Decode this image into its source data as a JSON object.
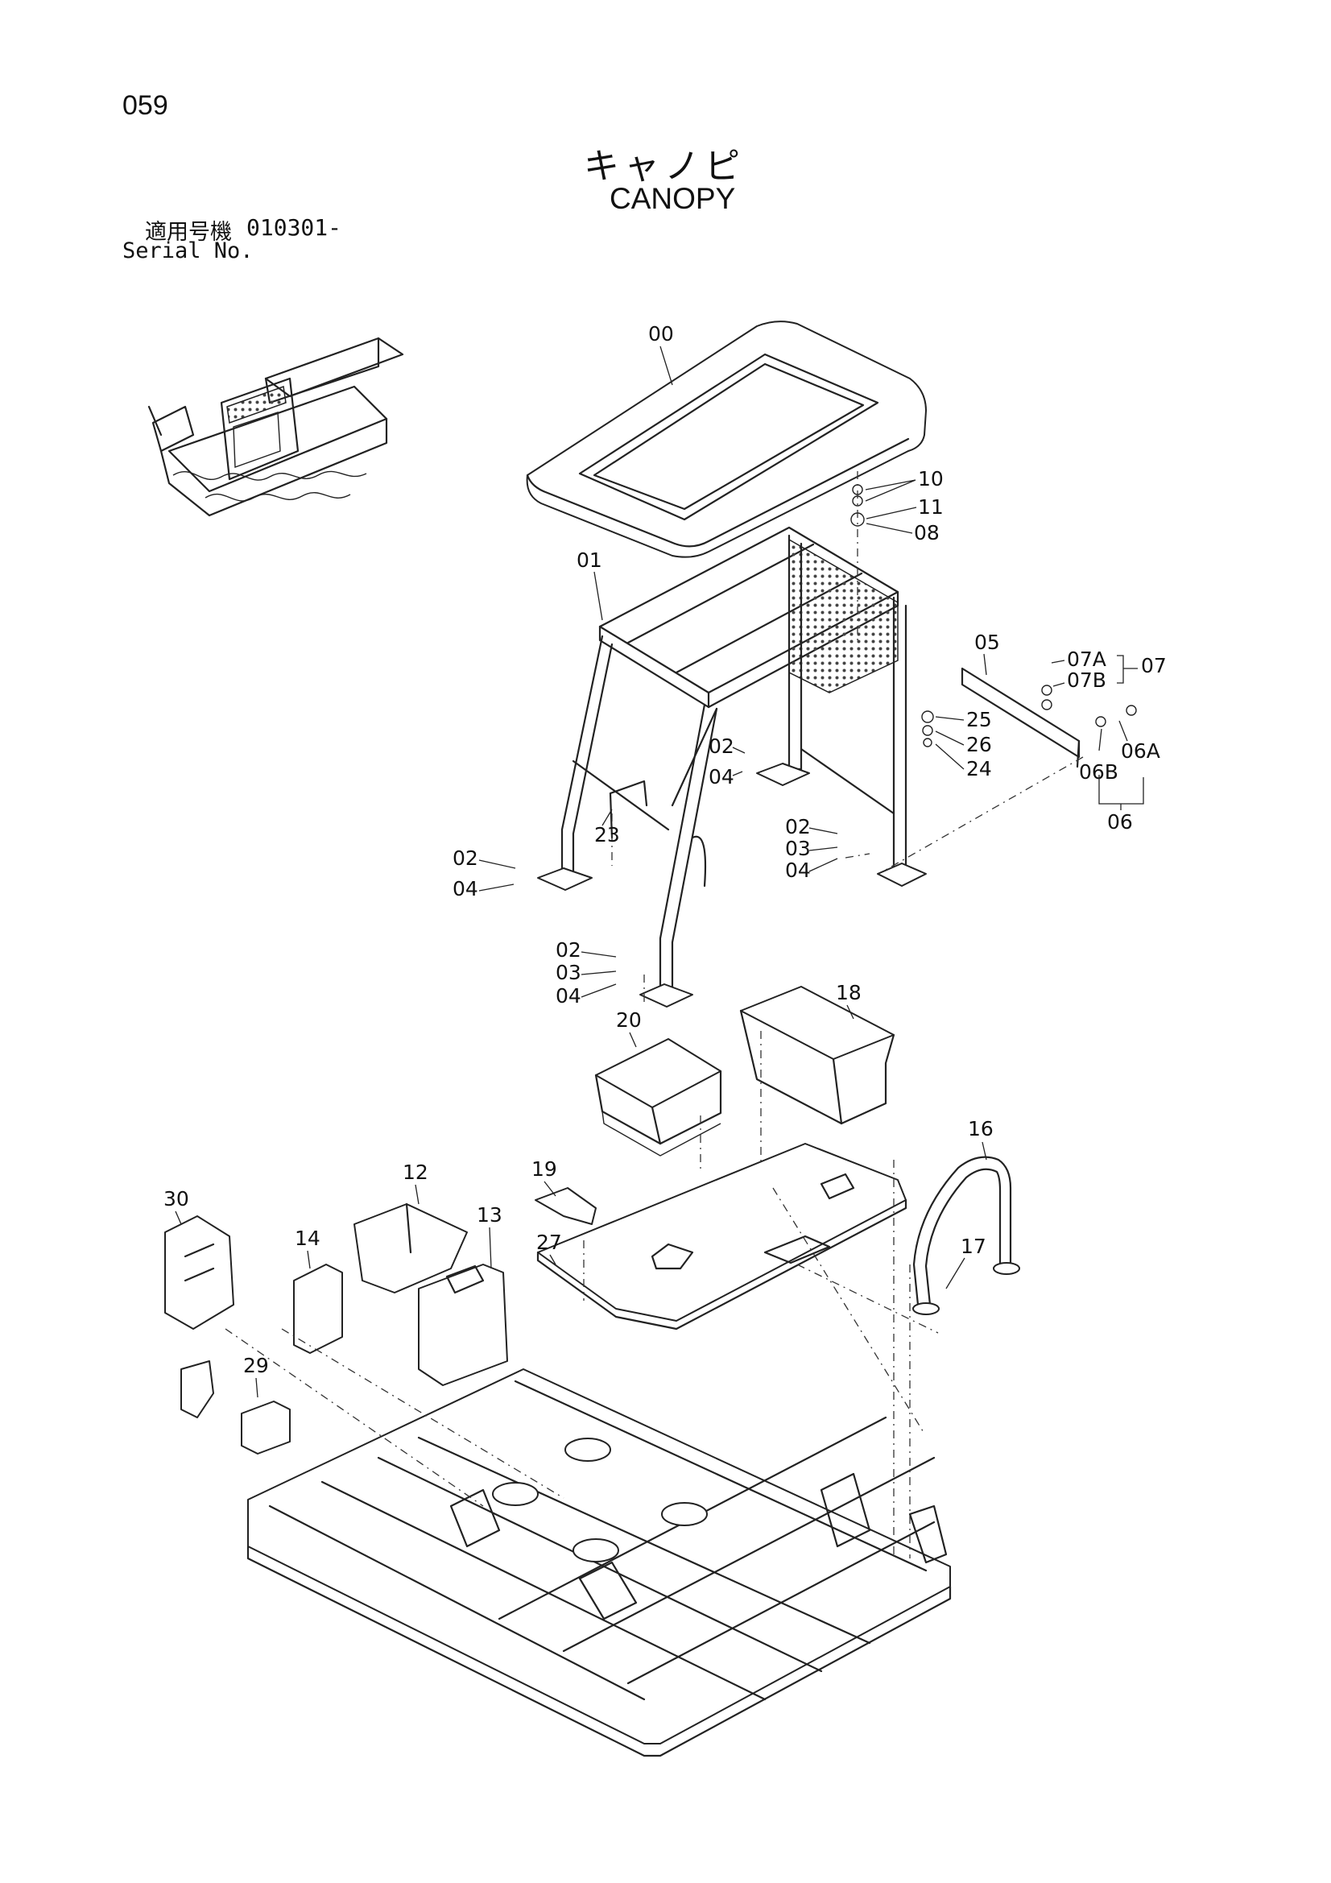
{
  "page_number": "059",
  "title_jp": "キャノピ",
  "title_en": "CANOPY",
  "serial_label_jp": "適用号機",
  "serial_value": "010301-",
  "serial_label_en": "Serial No.",
  "callouts": {
    "c00": "00",
    "c01": "01",
    "c02a": "02",
    "c02b": "02",
    "c02c": "02",
    "c02d": "02",
    "c03a": "03",
    "c03b": "03",
    "c04a": "04",
    "c04b": "04",
    "c04c": "04",
    "c04d": "04",
    "c05": "05",
    "c06": "06",
    "c06A": "06A",
    "c06B": "06B",
    "c07": "07",
    "c07A": "07A",
    "c07B": "07B",
    "c08": "08",
    "c10": "10",
    "c11": "11",
    "c12": "12",
    "c13": "13",
    "c14": "14",
    "c16": "16",
    "c17": "17",
    "c18": "18",
    "c19": "19",
    "c20": "20",
    "c23": "23",
    "c24": "24",
    "c25": "25",
    "c26": "26",
    "c27": "27",
    "c29": "29",
    "c30": "30"
  }
}
